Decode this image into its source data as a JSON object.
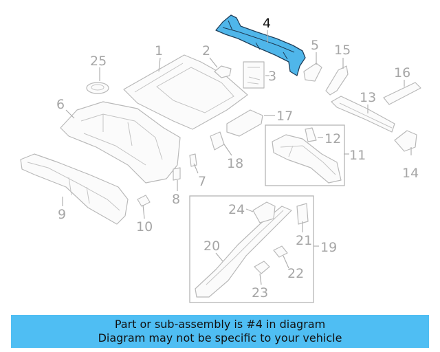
{
  "diagram": {
    "highlighted_part": "4",
    "callouts": [
      "1",
      "2",
      "3",
      "4",
      "5",
      "6",
      "7",
      "8",
      "9",
      "10",
      "11",
      "12",
      "13",
      "14",
      "15",
      "16",
      "17",
      "18",
      "19",
      "20",
      "21",
      "22",
      "23",
      "24",
      "25"
    ],
    "colors": {
      "highlight": "#4fb6ea",
      "banner": "#4fbef3",
      "line": "#b9b9b9"
    }
  },
  "banner": {
    "line1": "Part or sub-assembly is #4 in diagram",
    "line2": "Diagram may not be specific to your vehicle"
  }
}
